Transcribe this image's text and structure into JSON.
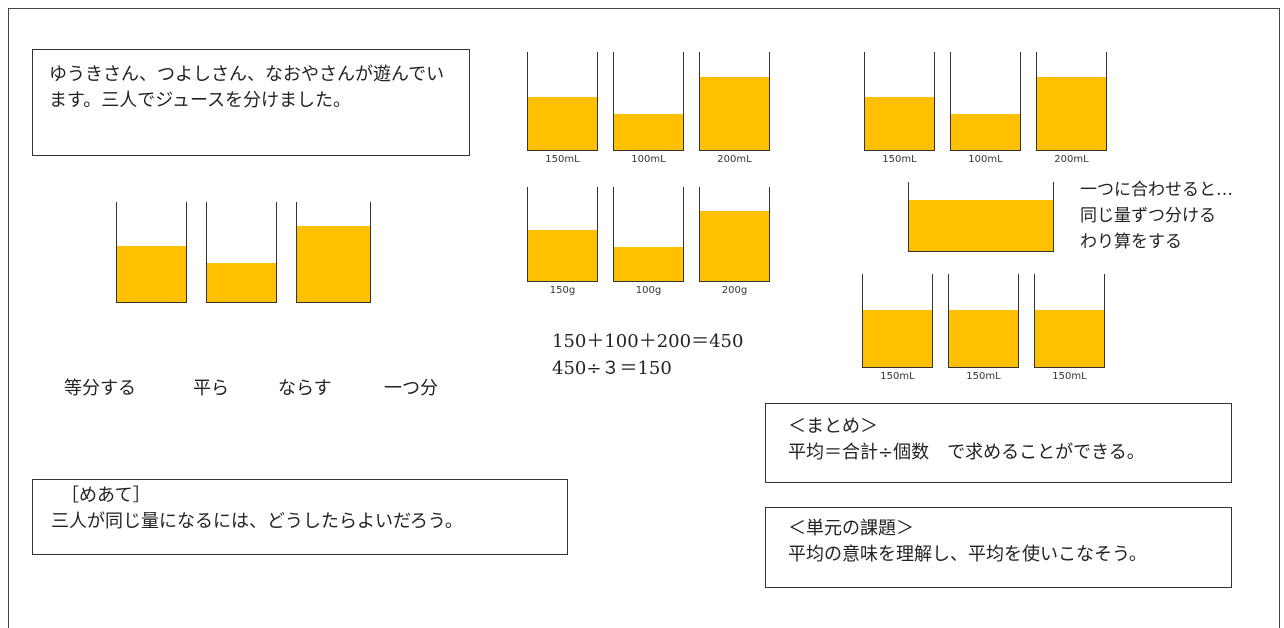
{
  "colors": {
    "juice": "#FFC000",
    "border": "#333333"
  },
  "intro_text": "ゆうきさん、つよしさん、なおやさんが遊んでいます。三人でジュースを分けました。",
  "words": [
    "等分する",
    "平ら",
    "ならす",
    "一つ分"
  ],
  "goal": {
    "title": "［めあて］",
    "text": "三人が同じ量になるには、どうしたらよいだろう。"
  },
  "equations": {
    "sum": "150＋100＋200＝450",
    "division": "450÷３＝150"
  },
  "note": [
    "一つに合わせると…",
    "同じ量ずつ分ける",
    "わり算をする"
  ],
  "summary": {
    "title": "＜まとめ＞",
    "text": "平均＝合計÷個数　で求めることができる。"
  },
  "unit_task": {
    "title": "＜単元の課題＞",
    "text": "平均の意味を理解し、平均を使いこなそう。"
  },
  "cup_groups": [
    {
      "id": "left",
      "cups": [
        {
          "label": "",
          "fill": 0.57
        },
        {
          "label": "",
          "fill": 0.39
        },
        {
          "label": "",
          "fill": 0.77
        }
      ]
    },
    {
      "id": "ml-top-middle",
      "cups": [
        {
          "label": "150mL",
          "fill": 0.55
        },
        {
          "label": "100mL",
          "fill": 0.37
        },
        {
          "label": "200mL",
          "fill": 0.75
        }
      ]
    },
    {
      "id": "grams",
      "cups": [
        {
          "label": "150g",
          "fill": 0.55
        },
        {
          "label": "100g",
          "fill": 0.37
        },
        {
          "label": "200g",
          "fill": 0.75
        }
      ]
    },
    {
      "id": "ml-top-right",
      "cups": [
        {
          "label": "150mL",
          "fill": 0.55
        },
        {
          "label": "100mL",
          "fill": 0.37
        },
        {
          "label": "200mL",
          "fill": 0.75
        }
      ]
    },
    {
      "id": "combined",
      "cups": [
        {
          "label": "",
          "fill": 0.75
        }
      ]
    },
    {
      "id": "equal",
      "cups": [
        {
          "label": "150mL",
          "fill": 0.62
        },
        {
          "label": "150mL",
          "fill": 0.62
        },
        {
          "label": "150mL",
          "fill": 0.62
        }
      ]
    }
  ]
}
